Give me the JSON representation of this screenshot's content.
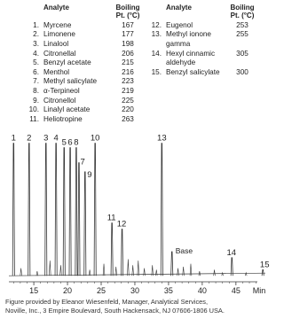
{
  "table_left": {
    "headers": {
      "analyte": "Analyte",
      "bp_line1": "Boiling",
      "bp_line2": "Pt. (°C)"
    },
    "rows": [
      {
        "num": "1.",
        "name": "Myrcene",
        "bp": "167"
      },
      {
        "num": "2.",
        "name": "Limonene",
        "bp": "177"
      },
      {
        "num": "3.",
        "name": "Linalool",
        "bp": "198"
      },
      {
        "num": "4.",
        "name": "Citronellal",
        "bp": "206"
      },
      {
        "num": "5.",
        "name": "Benzyl acetate",
        "bp": "215"
      },
      {
        "num": "6.",
        "name": "Menthol",
        "bp": "216"
      },
      {
        "num": "7.",
        "name": "Methyl salicylate",
        "bp": "223"
      },
      {
        "num": "8.",
        "name": "α-Terpineol",
        "bp": "219"
      },
      {
        "num": "9.",
        "name": "Citronellol",
        "bp": "225"
      },
      {
        "num": "10.",
        "name": "Linalyl acetate",
        "bp": "220"
      },
      {
        "num": "11.",
        "name": "Heliotropine",
        "bp": "263"
      }
    ]
  },
  "table_right": {
    "headers": {
      "analyte": "Analyte",
      "bp_line1": "Boiling",
      "bp_line2": "Pt. (°C)"
    },
    "rows": [
      {
        "num": "12.",
        "name": "Eugenol",
        "name2": "",
        "bp": "253"
      },
      {
        "num": "13.",
        "name": "Methyl ionone",
        "name2": "gamma",
        "bp": "255"
      },
      {
        "num": "14.",
        "name": "Hexyl cinnamic",
        "name2": "aldehyde",
        "bp": "305"
      },
      {
        "num": "15.",
        "name": "Benzyl salicylate",
        "name2": "",
        "bp": "300"
      }
    ]
  },
  "chart_data": {
    "type": "line",
    "xlabel": "Min",
    "ylabel": "",
    "xlim": [
      11.3,
      49.5
    ],
    "ylim": [
      0,
      100
    ],
    "x_ticks": [
      15,
      20,
      25,
      30,
      35,
      40,
      45
    ],
    "tick_labels": [
      "15",
      "20",
      "25",
      "30",
      "35",
      "40",
      "45"
    ],
    "baseline": 4,
    "peaks": [
      {
        "label": "1",
        "x": 12.0,
        "y": 92
      },
      {
        "label": "2",
        "x": 14.3,
        "y": 92
      },
      {
        "label": "3",
        "x": 16.8,
        "y": 92
      },
      {
        "label": "4",
        "x": 18.3,
        "y": 92
      },
      {
        "label": "5",
        "x": 19.5,
        "y": 89
      },
      {
        "label": "6",
        "x": 20.4,
        "y": 89
      },
      {
        "label": "8",
        "x": 21.3,
        "y": 89
      },
      {
        "label": "7",
        "x": 21.7,
        "y": 79
      },
      {
        "label": "9",
        "x": 22.6,
        "y": 73
      },
      {
        "label": "10",
        "x": 24.1,
        "y": 92
      },
      {
        "label": "11",
        "x": 26.6,
        "y": 39
      },
      {
        "label": "12",
        "x": 28.1,
        "y": 35
      },
      {
        "label": "13",
        "x": 34.0,
        "y": 92
      },
      {
        "label": "Base",
        "x": 35.5,
        "y": 20
      },
      {
        "label": "14",
        "x": 44.4,
        "y": 16
      },
      {
        "label": "15",
        "x": 49.0,
        "y": 8
      }
    ],
    "minor_peaks": [
      {
        "x": 13.1,
        "y": 9
      },
      {
        "x": 15.5,
        "y": 7
      },
      {
        "x": 17.4,
        "y": 14
      },
      {
        "x": 19.0,
        "y": 11
      },
      {
        "x": 23.3,
        "y": 8
      },
      {
        "x": 25.4,
        "y": 12
      },
      {
        "x": 27.2,
        "y": 10
      },
      {
        "x": 29.0,
        "y": 15
      },
      {
        "x": 29.7,
        "y": 11
      },
      {
        "x": 30.5,
        "y": 14
      },
      {
        "x": 31.4,
        "y": 9
      },
      {
        "x": 32.6,
        "y": 11
      },
      {
        "x": 33.2,
        "y": 8
      },
      {
        "x": 36.4,
        "y": 9
      },
      {
        "x": 37.2,
        "y": 10
      },
      {
        "x": 38.3,
        "y": 12
      },
      {
        "x": 39.6,
        "y": 7
      },
      {
        "x": 41.8,
        "y": 8
      },
      {
        "x": 43.0,
        "y": 6
      },
      {
        "x": 46.5,
        "y": 6
      }
    ]
  },
  "credit": {
    "line1": "Figure provided by Eleanor Wiesenfeld, Manager, Analytical Services,",
    "line2": "Noville, Inc., 3 Empire Boulevard, South Hackensack, NJ 07606-1806 USA."
  },
  "colors": {
    "trace": "#3a3a3a",
    "text": "#222222"
  }
}
